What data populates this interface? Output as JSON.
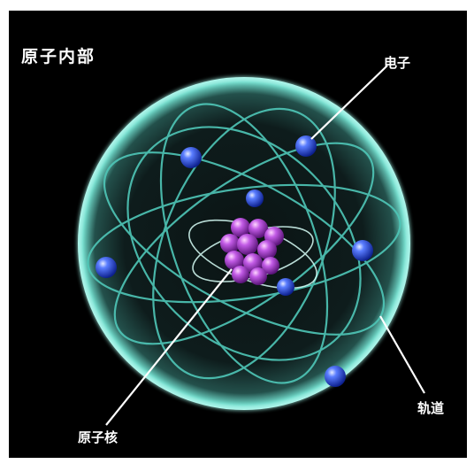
{
  "title": "原子内部",
  "labels": {
    "electron": "电子",
    "orbit": "轨道",
    "nucleus": "原子核"
  },
  "colors": {
    "background": "#000000",
    "orbit_line": "#4fc7b8",
    "sphere_rim": "#9ef0e4",
    "electron": "#2f52e6",
    "proton_neutron": "#b24ad8",
    "pointer_line": "#ffffff"
  }
}
